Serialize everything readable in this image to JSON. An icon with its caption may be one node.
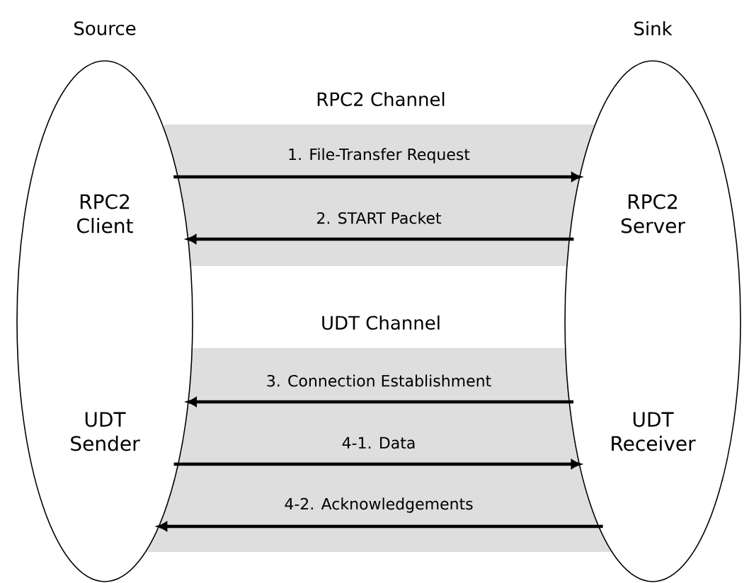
{
  "diagram": {
    "nodes": [
      {
        "text": [
          "Source"
        ]
      },
      {
        "text": [
          "RPC2 Client"
        ],
        "in": 0
      },
      {
        "text": [
          "UDT Sender"
        ],
        "in": 0
      },
      {
        "text": [
          "Sink"
        ]
      },
      {
        "text": [
          "RPC2 Server"
        ],
        "in": 3
      },
      {
        "text": [
          "UDT Receiver"
        ],
        "in": 3
      }
    ],
    "edges": [
      {
        "from": 0,
        "to": 3,
        "arrow": "to",
        "label": "1. File-Transfer Request"
      },
      {
        "from": 3,
        "to": 0,
        "arrow": "to",
        "label": "2. START Packet"
      },
      {
        "from": 3,
        "to": 0,
        "arrow": "to",
        "label": "3. Connection Establishment"
      },
      {
        "from": 0,
        "to": 3,
        "arrow": "to",
        "label": "4-1. Data"
      },
      {
        "from": 3,
        "to": 0,
        "arrow": "to",
        "label": "4-2. Acknowledgements"
      }
    ],
    "labels": [
      "RPC2 Channel",
      "UDT Channel"
    ]
  }
}
